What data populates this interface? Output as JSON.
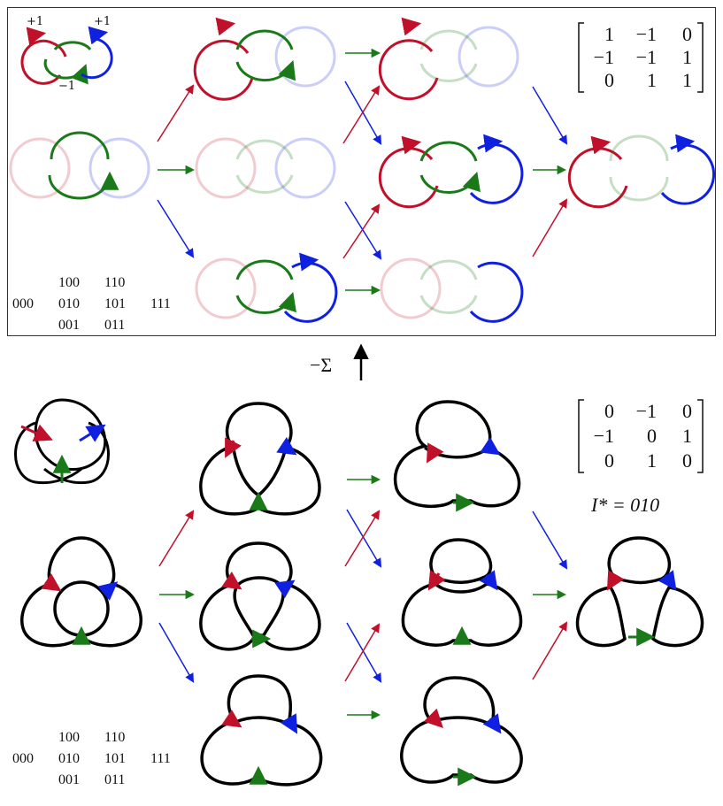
{
  "colors": {
    "red": "#c0102a",
    "green": "#1a7a1a",
    "blue": "#1020e0",
    "black": "#000000"
  },
  "top": {
    "signs": [
      "+1",
      "+1",
      "−1"
    ],
    "matrix": [
      [
        "1",
        "−1",
        "0"
      ],
      [
        "−1",
        "−1",
        "1"
      ],
      [
        "0",
        "1",
        "1"
      ]
    ],
    "states": {
      "row_top": [
        "100",
        "110"
      ],
      "row_mid": [
        "000",
        "010",
        "101",
        "111"
      ],
      "row_bot": [
        "001",
        "011"
      ]
    }
  },
  "connector": {
    "label": "−Σ"
  },
  "bottom": {
    "matrix": [
      [
        "0",
        "−1",
        "0"
      ],
      [
        "−1",
        "0",
        "1"
      ],
      [
        "0",
        "1",
        "0"
      ]
    ],
    "istar": "I* = 010",
    "states": {
      "row_top": [
        "100",
        "110"
      ],
      "row_mid": [
        "000",
        "010",
        "101",
        "111"
      ],
      "row_bot": [
        "001",
        "011"
      ]
    }
  }
}
